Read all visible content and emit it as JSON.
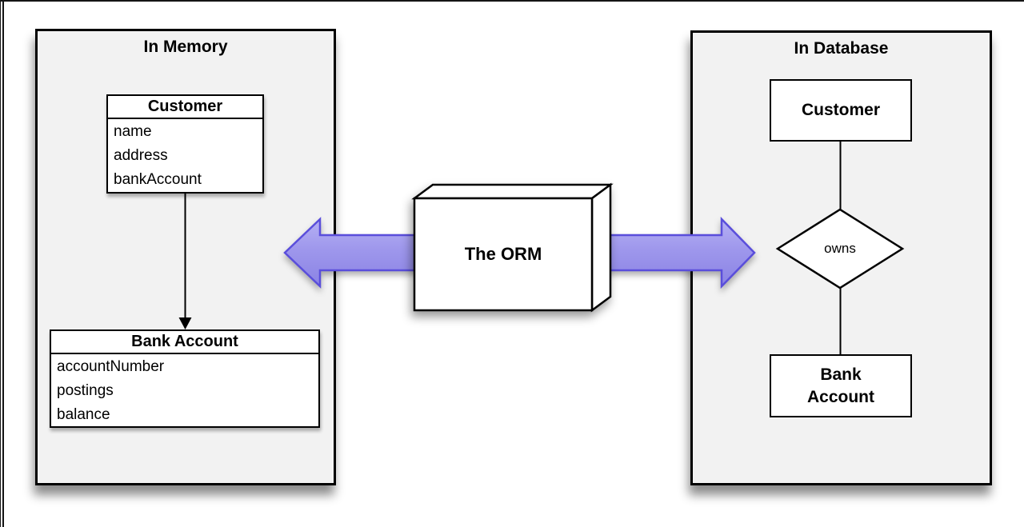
{
  "panels": {
    "memory": {
      "title": "In Memory",
      "customer_class": {
        "name": "Customer",
        "attributes": [
          "name",
          "address",
          "bankAccount"
        ]
      },
      "bank_account_class": {
        "name": "Bank Account",
        "attributes": [
          "accountNumber",
          "postings",
          "balance"
        ]
      }
    },
    "database": {
      "title": "In Database",
      "customer_entity": "Customer",
      "relationship": "owns",
      "bank_account_entity": "Bank\nAccount"
    }
  },
  "orm": {
    "label": "The ORM"
  },
  "colors": {
    "panel_bg": "#f2f2f2",
    "shape_bg": "#ffffff",
    "line": "#000000",
    "arrow_fill_top": "#b6b1f4",
    "arrow_fill_mid": "#9e97ec",
    "arrow_fill_bottom": "#8a82e4",
    "arrow_border": "#5a4edb"
  }
}
